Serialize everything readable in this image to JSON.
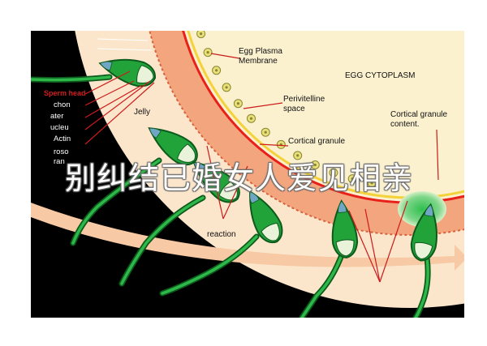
{
  "labels": {
    "egg_plasma_membrane": [
      "Egg Plasma",
      "Membrane"
    ],
    "egg_cytoplasm": "EGG CYTOPLASM",
    "perivitelline_space": [
      "Perivitelline",
      "space"
    ],
    "cortical_granule": "Cortical granule",
    "cortical_granule_content": [
      "Cortical granule",
      "content."
    ],
    "jelly": "Jelly",
    "sperm_head": "Sperm head",
    "reaction": "reaction",
    "partial_left": [
      "chon",
      "ater",
      "ucleu",
      "Actin",
      "roso",
      "ran"
    ]
  },
  "watermark": "别纠结已婚女人爱见相亲",
  "colors": {
    "background_dark": "#000000",
    "cytoplasm": "#fbf1cf",
    "zona": "#f3a57e",
    "jelly": "#fbe6cc",
    "membrane": "#e8201a",
    "granule": "#e9e07a",
    "sperm_green": "#22a33a",
    "sperm_dark": "#0c5a1c",
    "pointer_red": "#cc1b1b",
    "arrow_peach": "#f7c9a4"
  }
}
